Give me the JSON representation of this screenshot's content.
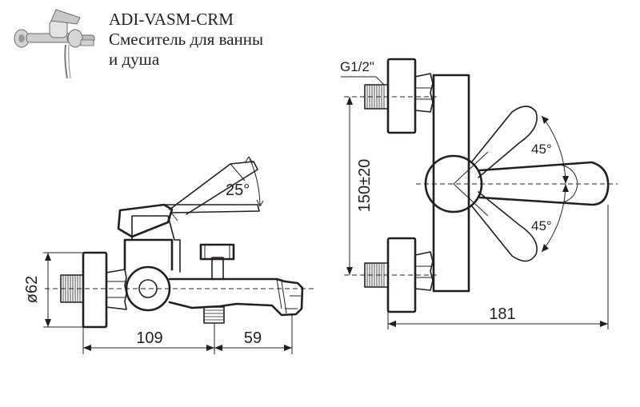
{
  "title": {
    "model": "ADI-VASM-CRM",
    "line1": "Смеситель для ванны",
    "line2": "и душа"
  },
  "dimensions": {
    "side_angle": "25°",
    "diameter": "ø62",
    "width_to_spout": "109",
    "spout_extra": "59",
    "thread": "G1/2\"",
    "center_distance": "150±20",
    "upper_angle": "45°",
    "lower_angle": "45°",
    "depth": "181"
  }
}
